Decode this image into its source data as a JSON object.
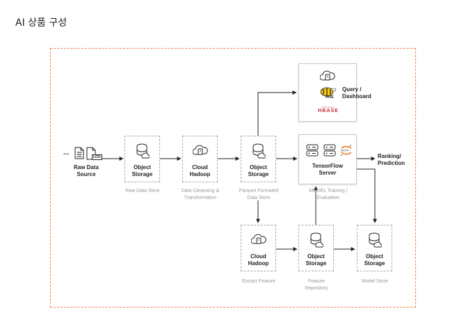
{
  "title": "AI 상품 구성",
  "source": {
    "ellipsis": "...",
    "log_tag": "LOG",
    "label_line1": "Raw Data",
    "label_line2": "Source"
  },
  "nodes": {
    "storage_raw": {
      "line1": "Object",
      "line2": "Storage",
      "caption1": "Raw Data Store",
      "caption2": ""
    },
    "hadoop_clean": {
      "line1": "Cloud",
      "line2": "Hadoop",
      "caption1": "Data Cleansing &",
      "caption2": "Transformation"
    },
    "storage_parquet": {
      "line1": "Object",
      "line2": "Storage",
      "caption1": "Parquet Formated",
      "caption2": "Data Store"
    },
    "tensorflow": {
      "line1": "TensorFlow",
      "line2": "Server",
      "caption1": "MODEL Training /",
      "caption2": "Evaluation",
      "jupyter_text": "jupyter"
    },
    "hadoop_feature": {
      "line1": "Cloud",
      "line2": "Hadoop",
      "caption1": "Extract Feature",
      "caption2": ""
    },
    "storage_feature": {
      "line1": "Object",
      "line2": "Storage",
      "caption1": "Feature",
      "caption2": "Repository"
    },
    "storage_model": {
      "line1": "Object",
      "line2": "Storage",
      "caption1": "Model Stroe",
      "caption2": ""
    }
  },
  "query_box": {
    "hive_text": "HIVE",
    "hbase_small": "APACHE",
    "hbase_text": "HBASE"
  },
  "outputs": {
    "query": {
      "line1": "Query /",
      "line2": "Dashboard"
    },
    "ranking": {
      "line1": "Ranking/",
      "line2": "Prediction"
    }
  },
  "colors": {
    "frame": "#f0804a",
    "hive_yellow": "#f5c518",
    "hbase_red": "#c8252c",
    "jupyter_orange": "#f37726"
  }
}
